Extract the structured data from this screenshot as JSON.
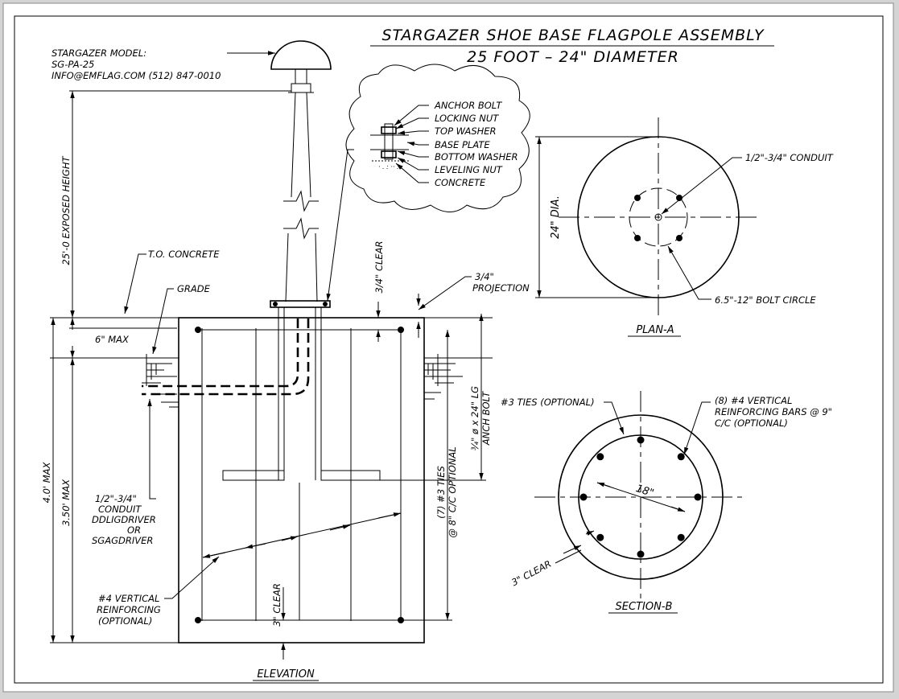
{
  "title": {
    "line1": "STARGAZER SHOE BASE FLAGPOLE ASSEMBLY",
    "line2": "25 FOOT – 24\" DIAMETER"
  },
  "model_info": {
    "line1": "STARGAZER MODEL:",
    "line2": "SG-PA-25",
    "line3": "INFO@EMFLAG.COM (512) 847-0010"
  },
  "detail_callouts": [
    "ANCHOR BOLT",
    "LOCKING NUT",
    "TOP WASHER",
    "BASE PLATE",
    "BOTTOM WASHER",
    "LEVELING NUT",
    "CONCRETE"
  ],
  "elevation": {
    "exposed_height": "25'-0 EXPOSED HEIGHT",
    "to_concrete": "T.O. CONCRETE",
    "grade": "GRADE",
    "six_max": "6\" MAX",
    "four_max": "4.0' MAX",
    "three_fifty_max": "3.50' MAX",
    "clear_top": "3/4\" CLEAR",
    "projection_1": "3/4\"",
    "projection_2": "PROJECTION",
    "anchor_bolt_1": "¾\" ø x 24\" LG",
    "anchor_bolt_2": "ANCH BOLT",
    "ties_1": "(7) #3 TIES",
    "ties_2": "@ 8\" C/C OPTIONAL",
    "conduit_1": "1/2\"-3/4\"",
    "conduit_2": "CONDUIT",
    "conduit_3": "DDLIGDRIVER",
    "conduit_4": "OR",
    "conduit_5": "SGAGDRIVER",
    "three_clear": "3\" CLEAR",
    "reinf_1": "#4 VERTICAL",
    "reinf_2": "REINFORCING",
    "reinf_3": "(OPTIONAL)",
    "label": "ELEVATION"
  },
  "plan_a": {
    "conduit": "1/2\"-3/4\" CONDUIT",
    "dia": "24\" DIA.",
    "bolt_circle": "6.5\"-12\" BOLT CIRCLE",
    "label": "PLAN-A"
  },
  "section_b": {
    "ties": "#3 TIES (OPTIONAL)",
    "bars_1": "(8) #4 VERTICAL",
    "bars_2": "REINFORCING BARS @ 9\"",
    "bars_3": "C/C (OPTIONAL)",
    "dia": "18\"",
    "clear": "3\" CLEAR",
    "label": "SECTION-B"
  }
}
